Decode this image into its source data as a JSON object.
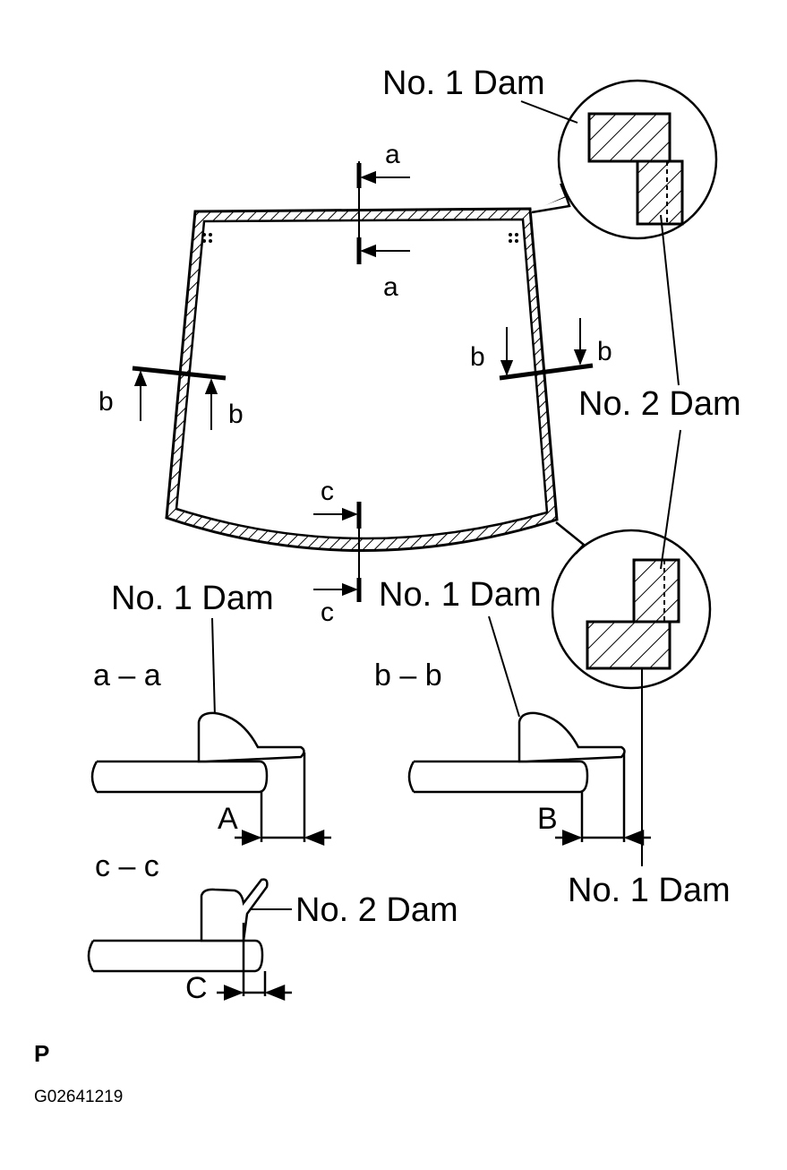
{
  "labels": {
    "dam1": "No. 1 Dam",
    "dam2": "No. 2 Dam",
    "section_a": "a – a",
    "section_b": "b – b",
    "section_c": "c – c",
    "mark_a": "a",
    "mark_b": "b",
    "mark_c": "c",
    "dim_A": "A",
    "dim_B": "B",
    "dim_C": "C",
    "page_code": "P",
    "figure_id": "G02641219"
  }
}
